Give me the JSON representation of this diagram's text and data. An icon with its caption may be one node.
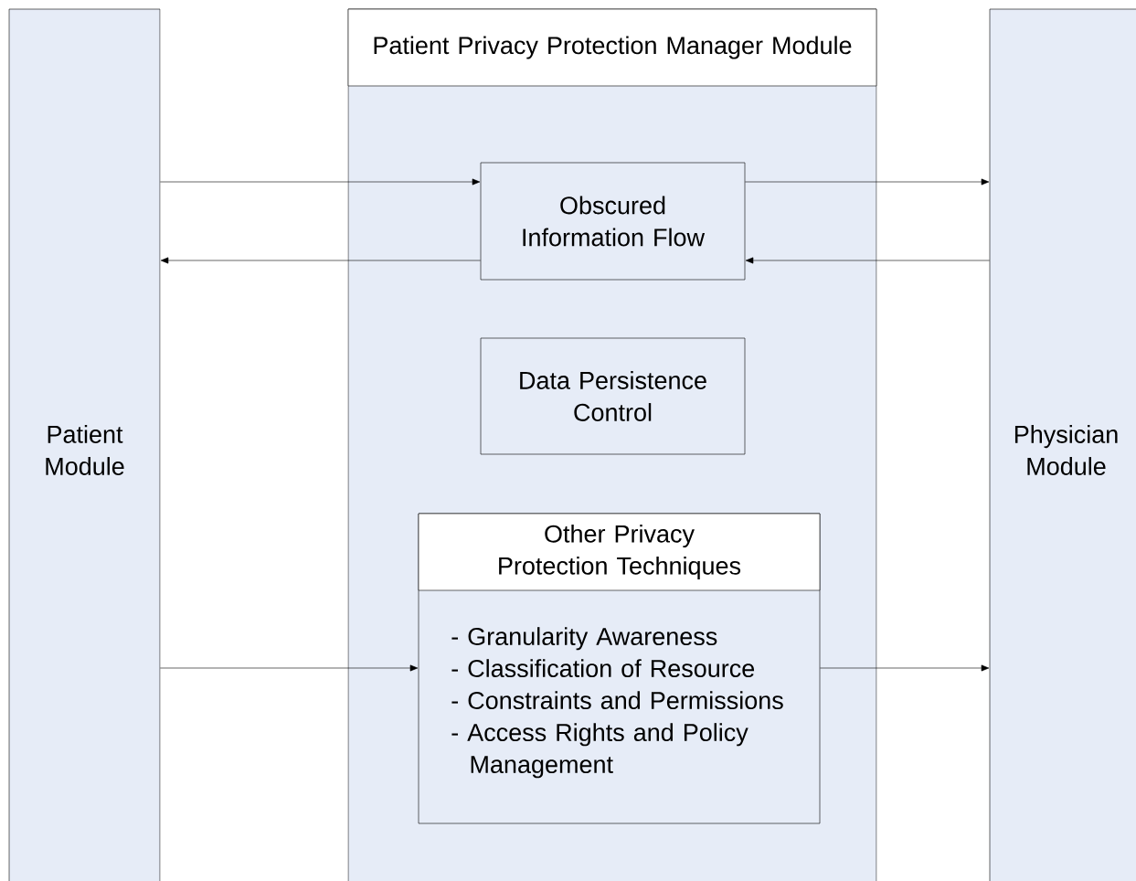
{
  "diagram": {
    "nodes": [
      {
        "text": [
          "Patient Module"
        ]
      },
      {
        "text": [
          "Patient Privacy Protection Manager Module"
        ]
      },
      {
        "text": [
          "Obscured Information Flow"
        ],
        "in": 1
      },
      {
        "text": [
          "Data Persistence Control"
        ],
        "in": 1
      },
      {
        "text": [
          "Other Privacy Protection Techniques",
          "- Granularity Awareness",
          "- Classification of Resource",
          "- Constraints and Permissions",
          "- Access Rights and Policy Management"
        ],
        "in": 1
      },
      {
        "text": [
          "Physician Module"
        ]
      }
    ],
    "edges": [
      {
        "from": 0,
        "to": 2,
        "arrow": "to"
      },
      {
        "from": 2,
        "to": 5,
        "arrow": "to"
      },
      {
        "from": 5,
        "to": 2,
        "arrow": "to"
      },
      {
        "from": 2,
        "to": 0,
        "arrow": "to"
      },
      {
        "from": 0,
        "to": 4,
        "arrow": "to"
      },
      {
        "from": 4,
        "to": 5,
        "arrow": "to"
      }
    ]
  }
}
